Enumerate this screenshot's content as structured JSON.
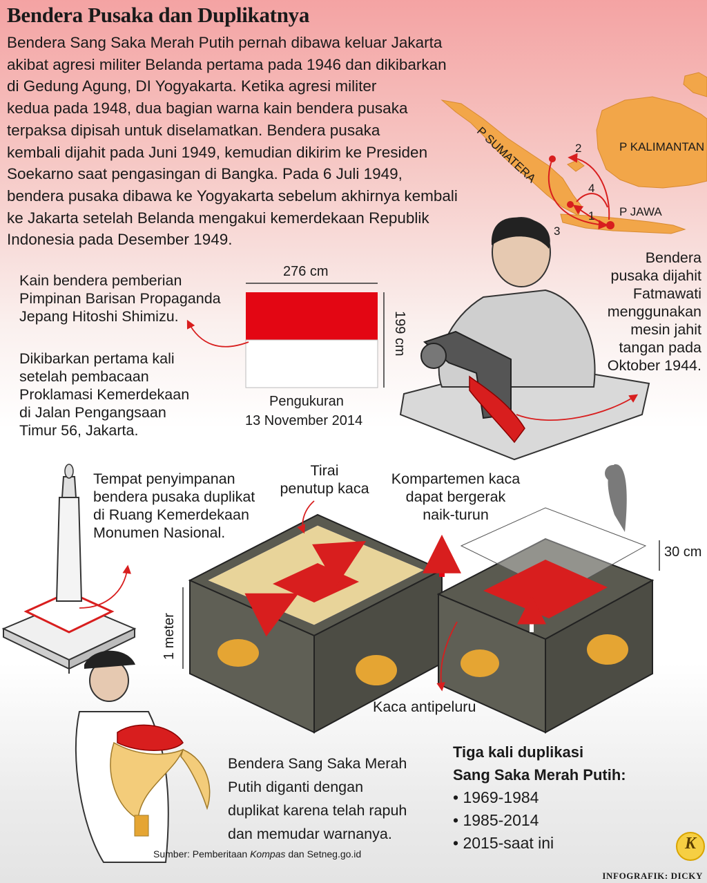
{
  "title": "Bendera Pusaka dan Duplikatnya",
  "intro_lines": [
    "Bendera Sang Saka Merah Putih pernah dibawa keluar Jakarta",
    "akibat agresi militer Belanda pertama pada 1946 dan dikibarkan",
    "di Gedung Agung, DI Yogyakarta. Ketika agresi militer",
    "kedua pada 1948, dua bagian warna kain bendera pusaka",
    "terpaksa dipisah untuk diselamatkan. Bendera pusaka",
    "kembali dijahit pada Juni 1949, kemudian dikirim ke Presiden",
    "Soekarno saat pengasingan di Bangka. Pada 6 Juli 1949,",
    "bendera pusaka dibawa ke Yogyakarta sebelum akhirnya kembali",
    "ke Jakarta setelah Belanda mengakui kemerdekaan Republik",
    "Indonesia pada Desember 1949."
  ],
  "map": {
    "sumatera": "P SUMATERA",
    "kalimantan": "P KALIMANTAN",
    "jawa": "P JAWA",
    "routes": [
      "1",
      "2",
      "3",
      "4"
    ]
  },
  "flag": {
    "width_label": "276 cm",
    "height_label": "199 cm",
    "measure_title": "Pengukuran",
    "measure_date": "13 November 2014"
  },
  "note_fabric": [
    "Kain bendera pemberian",
    "Pimpinan Barisan Propaganda",
    "Jepang Hitoshi Shimizu."
  ],
  "note_first": [
    "Dikibarkan pertama kali",
    "setelah pembacaan",
    "Proklamasi Kemerdekaan",
    "di Jalan Pengangsaan",
    "Timur 56, Jakarta."
  ],
  "note_sewn": [
    "Bendera",
    "pusaka dijahit",
    "Fatmawati",
    "menggunakan",
    "mesin jahit",
    "tangan pada",
    "Oktober 1944."
  ],
  "note_monas": [
    "Tempat penyimpanan",
    "bendera pusaka duplikat",
    "di Ruang Kemerdekaan",
    "Monumen Nasional."
  ],
  "label_curtain": [
    "Tirai",
    "penutup kaca"
  ],
  "label_glass_move": [
    "Kompartemen kaca",
    "dapat bergerak",
    "naik-turun"
  ],
  "label_height": "1 meter",
  "label_30cm": "30 cm",
  "label_bulletproof": "Kaca antipeluru",
  "note_replaced": [
    "Bendera Sang Saka Merah",
    "Putih diganti dengan",
    "duplikat karena telah rapuh",
    "dan memudar warnanya."
  ],
  "duplication": {
    "heading": [
      "Tiga kali duplikasi",
      "Sang Saka Merah Putih:"
    ],
    "items": [
      "1969-1984",
      "1985-2014",
      "2015-saat ini"
    ]
  },
  "source": {
    "prefix": "Sumber: Pemberitaan ",
    "italic": "Kompas",
    "suffix": " dan Setneg.go.id"
  },
  "credit": "INFOGRAFIK: DICKY",
  "logo_letter": "K",
  "colors": {
    "flag_red": "#e30613",
    "accent_red": "#d81e1e",
    "box_gray": "#5a5a50",
    "gold": "#e5a533",
    "map_orange": "#f2a649"
  }
}
